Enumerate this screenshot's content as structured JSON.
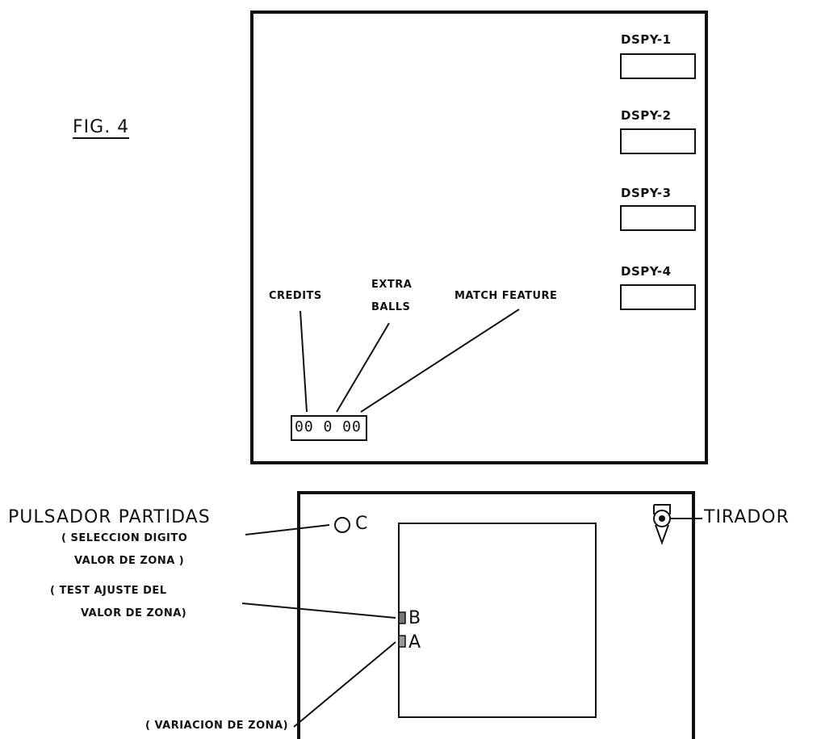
{
  "figure_label": "FIG. 4",
  "backbox": {
    "displays": [
      "DSPY-1",
      "DSPY-2",
      "DSPY-3",
      "DSPY-4"
    ],
    "credits_label": "CREDITS",
    "extra_balls_label_line1": "EXTRA",
    "extra_balls_label_line2": "BALLS",
    "match_feature_label": "MATCH  FEATURE",
    "digit_window_text": "00 0 00"
  },
  "playfield": {
    "button_c_label": "C",
    "pulsador_label": "PULSADOR  PARTIDAS",
    "pulsador_sub_line1": "( SELECCION  DIGITO",
    "pulsador_sub_line2": "VALOR  DE  ZONA )",
    "tirador_label": "TIRADOR",
    "switch_b_label": "B",
    "switch_a_label": "A",
    "test_label_line1": "( TEST  AJUSTE   DEL",
    "test_label_line2": "VALOR  DE  ZONA)",
    "variacion_label": "( VARIACION  DE  ZONA)"
  },
  "colors": {
    "ink": "#111111",
    "paper": "#ffffff"
  }
}
